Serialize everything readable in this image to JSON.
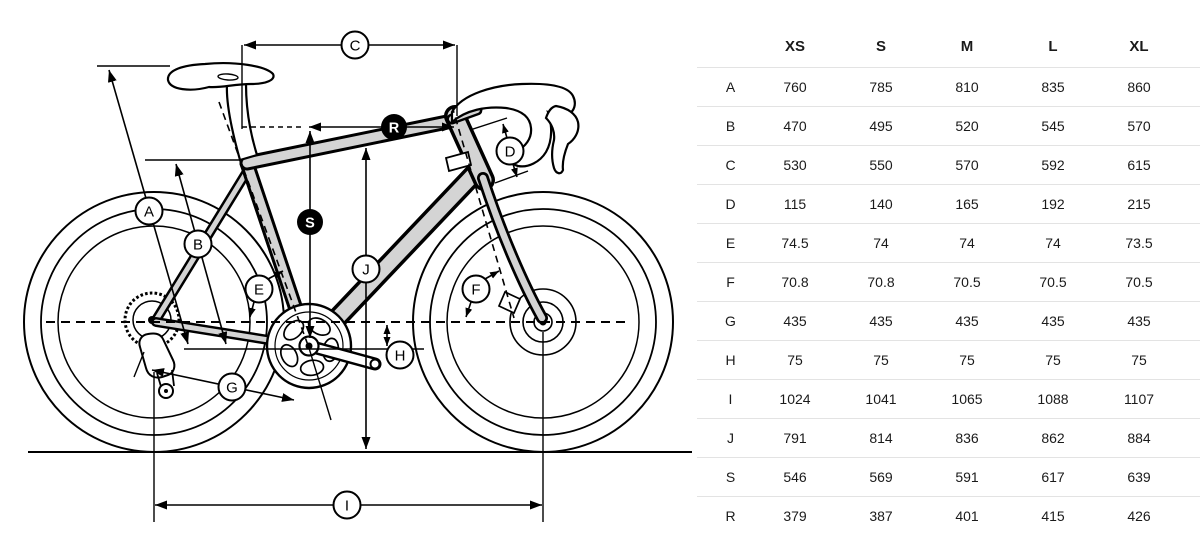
{
  "diagram": {
    "letters": {
      "a": "A",
      "b": "B",
      "c": "C",
      "d": "D",
      "e": "E",
      "f": "F",
      "g": "G",
      "h": "H",
      "i": "I",
      "j": "J",
      "s": "S",
      "r": "R"
    },
    "style": {
      "frame_fill": "#d4d4d4",
      "outline": "#000000",
      "badge_light_bg": "#ffffff",
      "badge_dark_bg": "#000000",
      "badge_dark_text": "#ffffff"
    }
  },
  "table": {
    "columns": [
      "",
      "XS",
      "S",
      "M",
      "L",
      "XL"
    ],
    "rows": [
      {
        "label": "A",
        "values": [
          "760",
          "785",
          "810",
          "835",
          "860"
        ]
      },
      {
        "label": "B",
        "values": [
          "470",
          "495",
          "520",
          "545",
          "570"
        ]
      },
      {
        "label": "C",
        "values": [
          "530",
          "550",
          "570",
          "592",
          "615"
        ]
      },
      {
        "label": "D",
        "values": [
          "115",
          "140",
          "165",
          "192",
          "215"
        ]
      },
      {
        "label": "E",
        "values": [
          "74.5",
          "74",
          "74",
          "74",
          "73.5"
        ]
      },
      {
        "label": "F",
        "values": [
          "70.8",
          "70.8",
          "70.5",
          "70.5",
          "70.5"
        ]
      },
      {
        "label": "G",
        "values": [
          "435",
          "435",
          "435",
          "435",
          "435"
        ]
      },
      {
        "label": "H",
        "values": [
          "75",
          "75",
          "75",
          "75",
          "75"
        ]
      },
      {
        "label": "I",
        "values": [
          "1024",
          "1041",
          "1065",
          "1088",
          "1107"
        ]
      },
      {
        "label": "J",
        "values": [
          "791",
          "814",
          "836",
          "862",
          "884"
        ]
      },
      {
        "label": "S",
        "values": [
          "546",
          "569",
          "591",
          "617",
          "639"
        ]
      },
      {
        "label": "R",
        "values": [
          "379",
          "387",
          "401",
          "415",
          "426"
        ]
      }
    ],
    "text_color": "#1a1a1a",
    "divider_color": "#e3e3e3"
  }
}
